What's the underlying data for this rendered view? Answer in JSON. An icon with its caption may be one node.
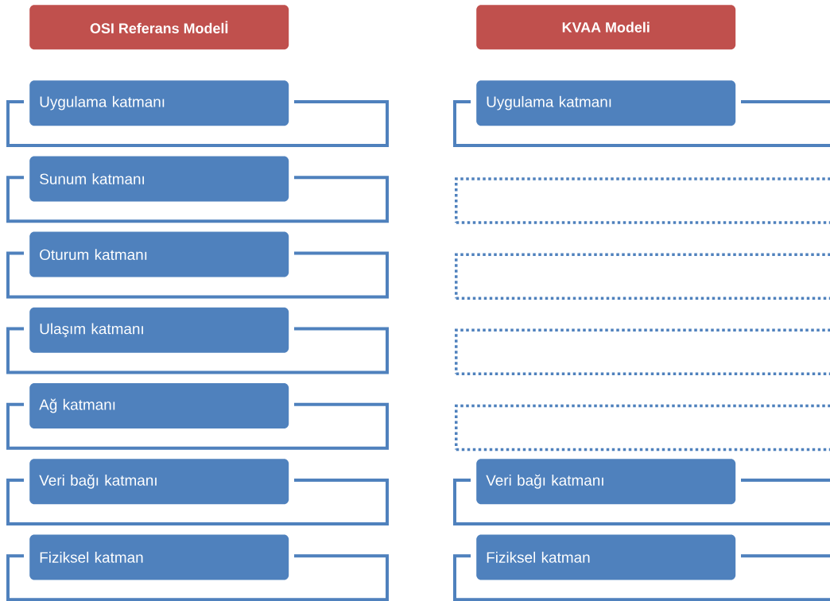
{
  "diagram": {
    "nodes": [
      {
        "text": [
          "OSI Referans Modelİ"
        ]
      },
      {
        "text": [
          "KVAA Modeli"
        ]
      },
      {
        "text": [
          "Uygulama katmanı"
        ]
      },
      {
        "text": [
          "Uygulama katmanı"
        ]
      },
      {
        "text": [
          "Sunum katmanı"
        ]
      },
      {
        "text": [],
        "shape": "box"
      },
      {
        "text": [
          "Oturum katmanı"
        ]
      },
      {
        "text": [],
        "shape": "box"
      },
      {
        "text": [
          "Ulaşım katmanı"
        ]
      },
      {
        "text": [],
        "shape": "box"
      },
      {
        "text": [
          "Ağ katmanı"
        ]
      },
      {
        "text": [],
        "shape": "box"
      },
      {
        "text": [
          "Veri bağı katmanı"
        ]
      },
      {
        "text": [
          "Veri bağı katmanı"
        ]
      },
      {
        "text": [
          "Fiziksel katman"
        ]
      },
      {
        "text": [
          "Fiziksel katman"
        ]
      }
    ]
  }
}
